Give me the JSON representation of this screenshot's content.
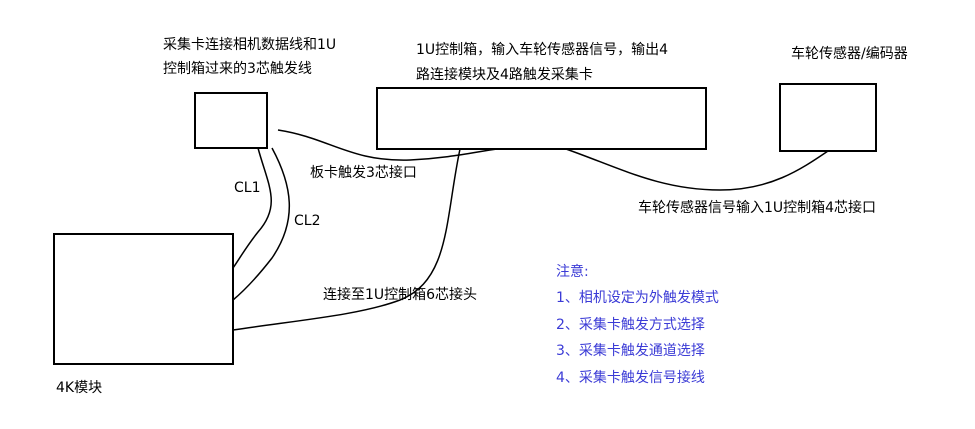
{
  "labels": {
    "capture_card_desc_line1": "采集卡连接相机数据线和1U",
    "capture_card_desc_line2": "控制箱过来的3芯触发线",
    "control_box_desc_line1": "1U控制箱，输入车轮传感器信号，输出4",
    "control_box_desc_line2": "路连接模块及4路触发采集卡",
    "wheel_sensor": "车轮传感器/编码器",
    "board_trigger": "板卡触发3芯接口",
    "wheel_signal_input": "车轮传感器信号输入1U控制箱4芯接口",
    "cl1": "CL1",
    "cl2": "CL2",
    "connect_6pin": "连接至1U控制箱6芯接头",
    "module_4k": "4K模块"
  },
  "notes": {
    "title": "注意:",
    "items": [
      "1、相机设定为外触发模式",
      "2、采集卡触发方式选择",
      "3、采集卡触发通道选择",
      "4、采集卡触发信号接线"
    ],
    "color": "#3b3bd6"
  }
}
